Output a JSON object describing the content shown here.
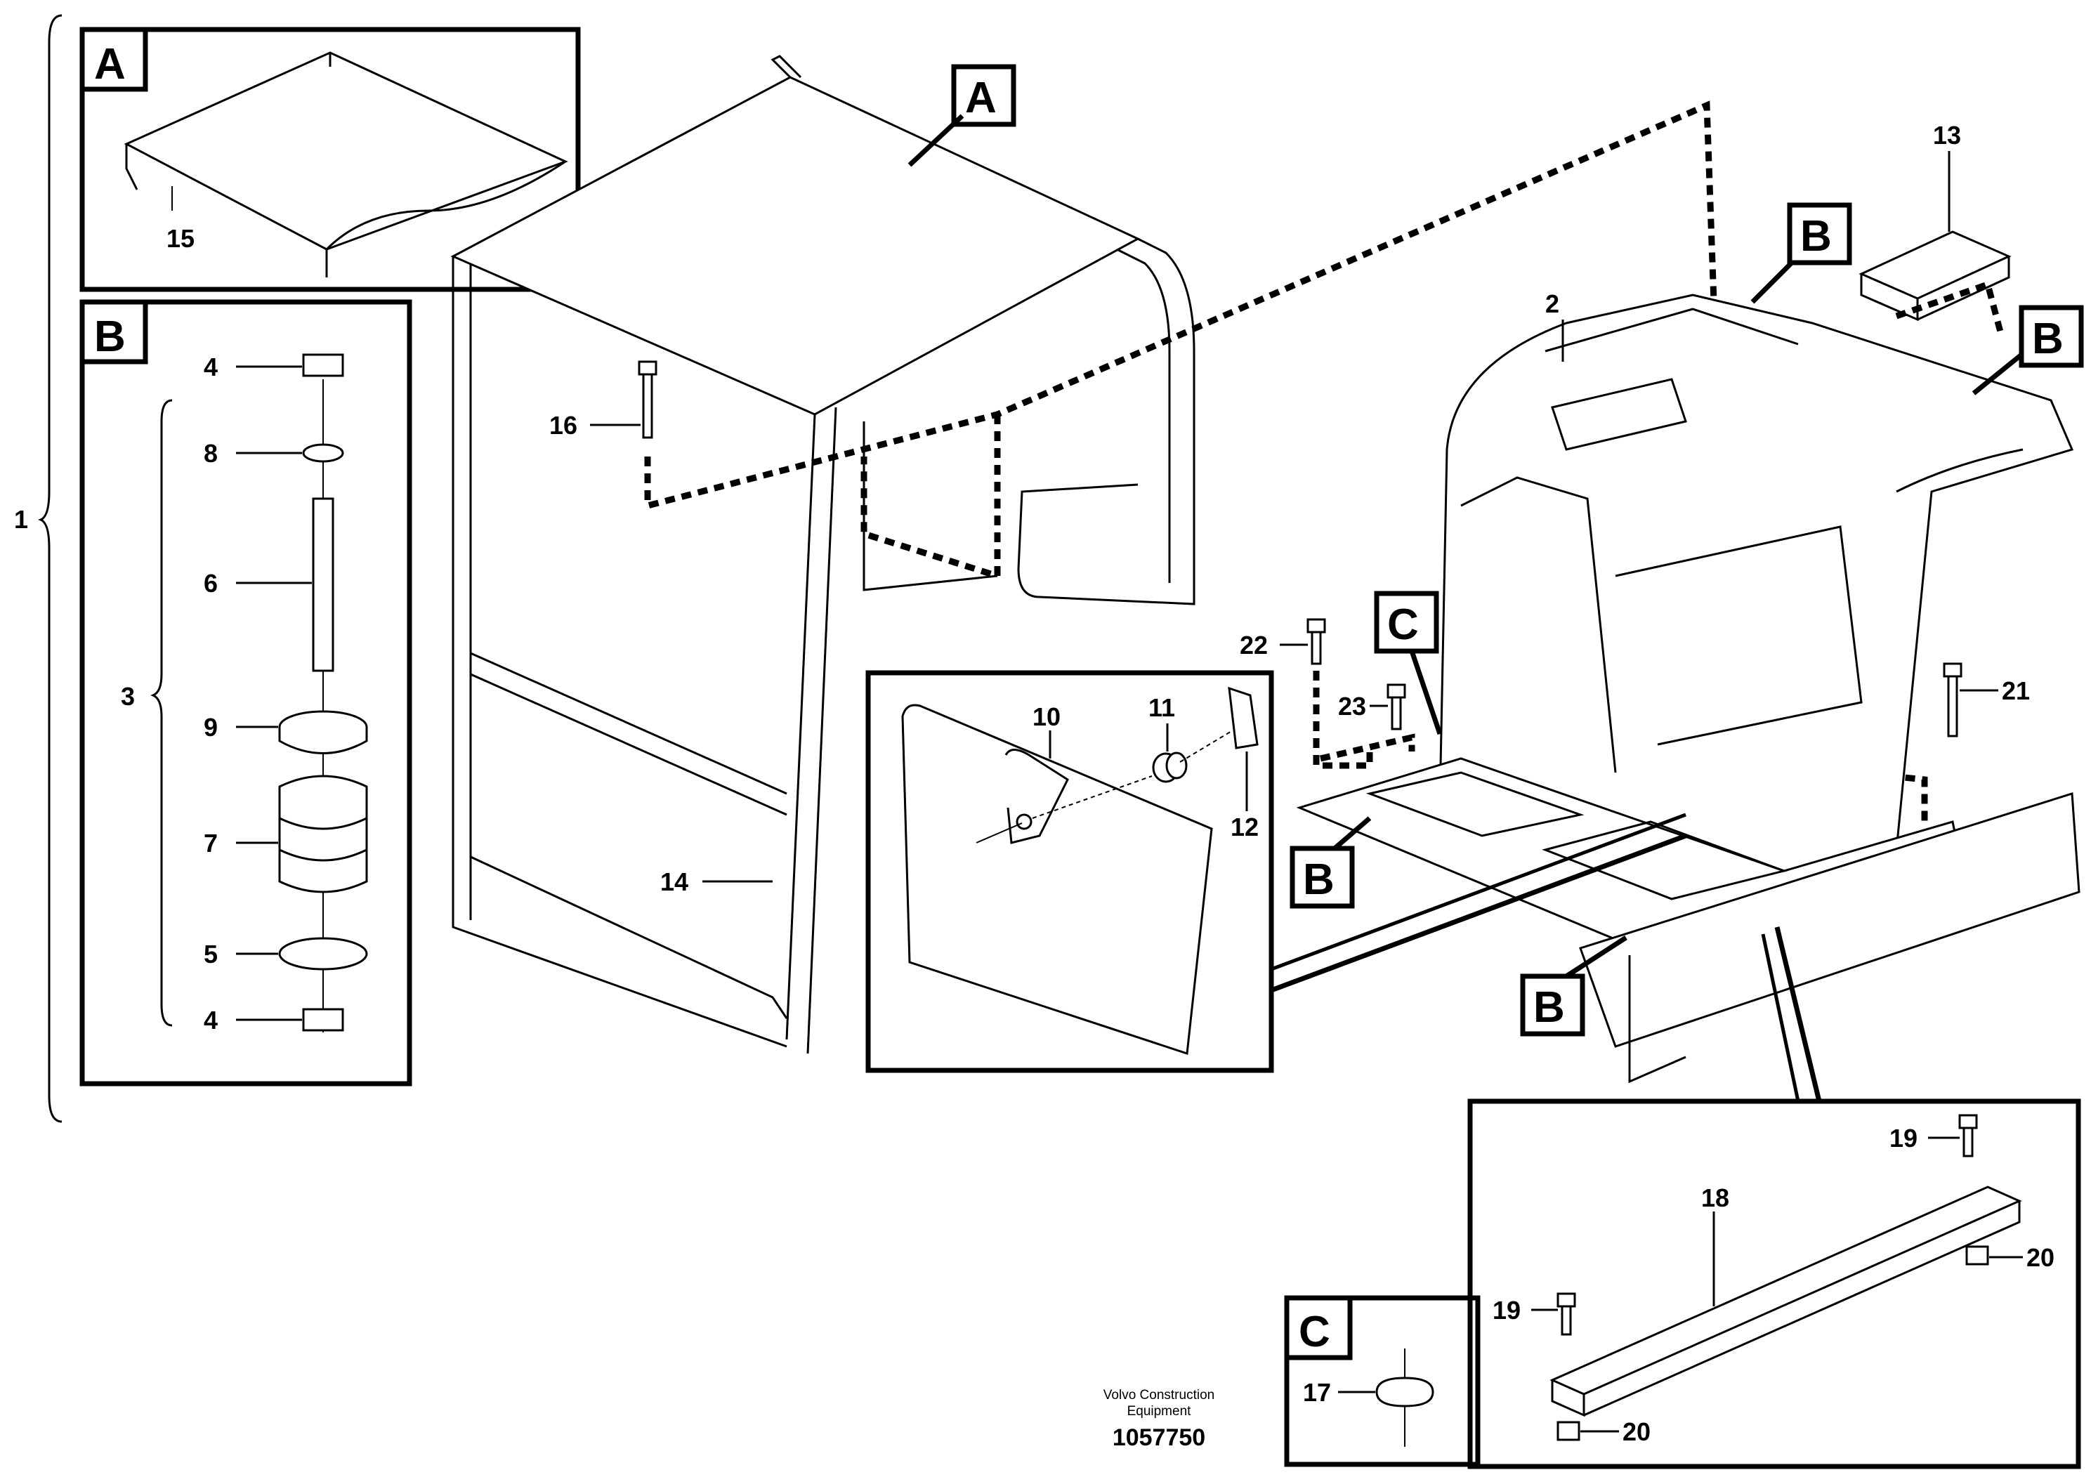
{
  "panels": {
    "a": "A",
    "b": "B",
    "c": "C"
  },
  "callouts": {
    "a": "A",
    "b_top": "B",
    "b_right": "B",
    "b_floor": "B",
    "b_bottom": "B",
    "c": "C"
  },
  "parts": {
    "p1": "1",
    "p2": "2",
    "p3": "3",
    "p4_top": "4",
    "p4_bottom": "4",
    "p5": "5",
    "p6": "6",
    "p7": "7",
    "p8": "8",
    "p9": "9",
    "p10": "10",
    "p11": "11",
    "p12": "12",
    "p13": "13",
    "p14": "14",
    "p15": "15",
    "p16": "16",
    "p17": "17",
    "p18": "18",
    "p19_top": "19",
    "p19_bottom": "19",
    "p20_top": "20",
    "p20_bottom": "20",
    "p21": "21",
    "p22": "22",
    "p23": "23"
  },
  "footer": {
    "company_line1": "Volvo Construction",
    "company_line2": "Equipment",
    "drawing_number": "1057750"
  }
}
